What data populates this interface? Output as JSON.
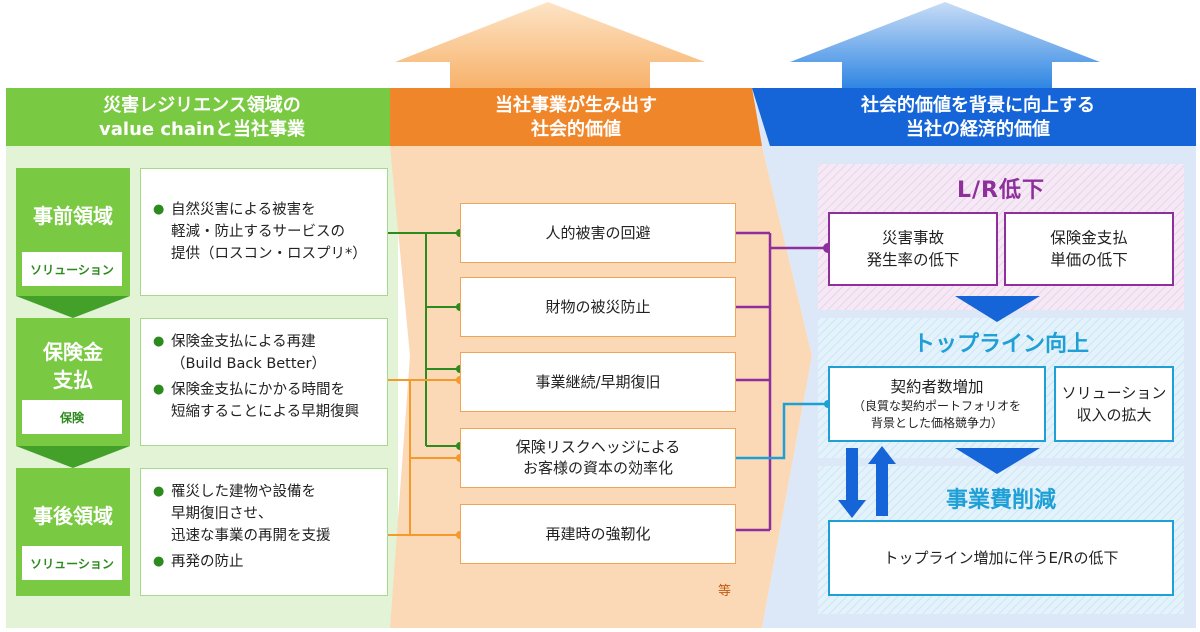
{
  "headers": {
    "left": [
      "災害レジリエンス領域の",
      "value chainと当社事業"
    ],
    "middle": [
      "当社事業が生み出す",
      "社会的価値"
    ],
    "right": [
      "社会的価値を背景に向上する",
      "当社の経済的価値"
    ]
  },
  "stages": [
    {
      "title": "事前領域",
      "tag": "ソリューション"
    },
    {
      "title": "保険金\n支払",
      "tag": "保険"
    },
    {
      "title": "事後領域",
      "tag": "ソリューション"
    }
  ],
  "stage_details": [
    [
      "自然災害による被害を\n軽減・防止するサービスの\n提供（ロスコン・ロスプリ*）"
    ],
    [
      "保険金支払による再建\n（Build Back Better）",
      "保険金支払にかかる時間を\n短縮することによる早期復興"
    ],
    [
      "罹災した建物や設備を\n早期復旧させ、\n迅速な事業の再開を支援",
      "再発の防止"
    ]
  ],
  "social_values": [
    "人的被害の回避",
    "財物の被災防止",
    "事業継続/早期復旧",
    "保険リスクヘッジによる\nお客様の資本の効率化",
    "再建時の強靭化"
  ],
  "etc_label": "等",
  "economic": {
    "lr": {
      "title": "L/R低下",
      "items": [
        "災害事故\n発生率の低下",
        "保険金支払\n単価の低下"
      ]
    },
    "topline": {
      "title": "トップライン向上",
      "item1_main": "契約者数増加",
      "item1_sub": "（良質な契約ポートフォリオを\n背景とした価格競争力）",
      "item2": "ソリューション\n収入の拡大"
    },
    "cost": {
      "title": "事業費削減",
      "item": "トップライン増加に伴うE/Rの低下"
    }
  },
  "colors": {
    "green": "#7ac943",
    "orange": "#f0862a",
    "blue": "#1565d8",
    "purple": "#8e2f9c",
    "teal": "#1e9fd6"
  }
}
